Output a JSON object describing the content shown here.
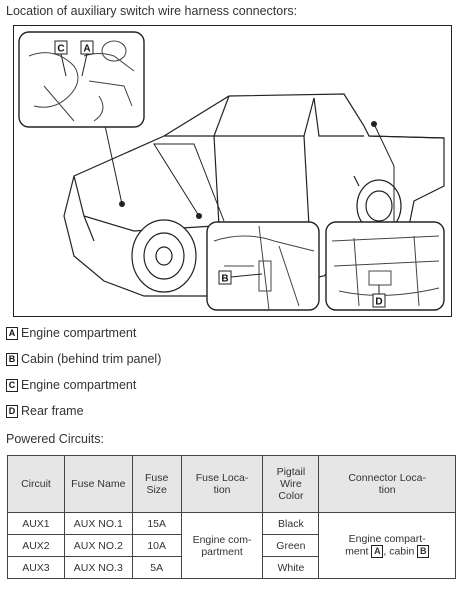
{
  "heading": "Location of auxiliary switch wire harness connectors:",
  "figure": {
    "callouts": [
      "C",
      "A",
      "B",
      "D"
    ]
  },
  "legend": [
    {
      "tag": "A",
      "text": "Engine compartment"
    },
    {
      "tag": "B",
      "text": "Cabin (behind trim panel)"
    },
    {
      "tag": "C",
      "text": "Engine compartment"
    },
    {
      "tag": "D",
      "text": "Rear frame"
    }
  ],
  "powered_label": "Powered Circuits:",
  "table": {
    "headers": {
      "circuit": "Circuit",
      "fuse_name": "Fuse Name",
      "fuse_size_1": "Fuse",
      "fuse_size_2": "Size",
      "fuse_loc_1": "Fuse Loca-",
      "fuse_loc_2": "tion",
      "pigtail_1": "Pigtail",
      "pigtail_2": "Wire",
      "pigtail_3": "Color",
      "conn_1": "Connector Loca-",
      "conn_2": "tion"
    },
    "rows": [
      {
        "circuit": "AUX1",
        "fuse_name": "AUX NO.1",
        "fuse_size": "15A",
        "color": "Black"
      },
      {
        "circuit": "AUX2",
        "fuse_name": "AUX NO.2",
        "fuse_size": "10A",
        "color": "Green"
      },
      {
        "circuit": "AUX3",
        "fuse_name": "AUX NO.3",
        "fuse_size": "5A",
        "color": "White"
      }
    ],
    "fuse_location_1": "Engine com-",
    "fuse_location_2": "partment",
    "connector_location_1": "Engine compart-",
    "connector_location_2a": "ment",
    "connector_location_tag_a": "A",
    "connector_location_2b": ", cabin",
    "connector_location_tag_b": "B"
  }
}
